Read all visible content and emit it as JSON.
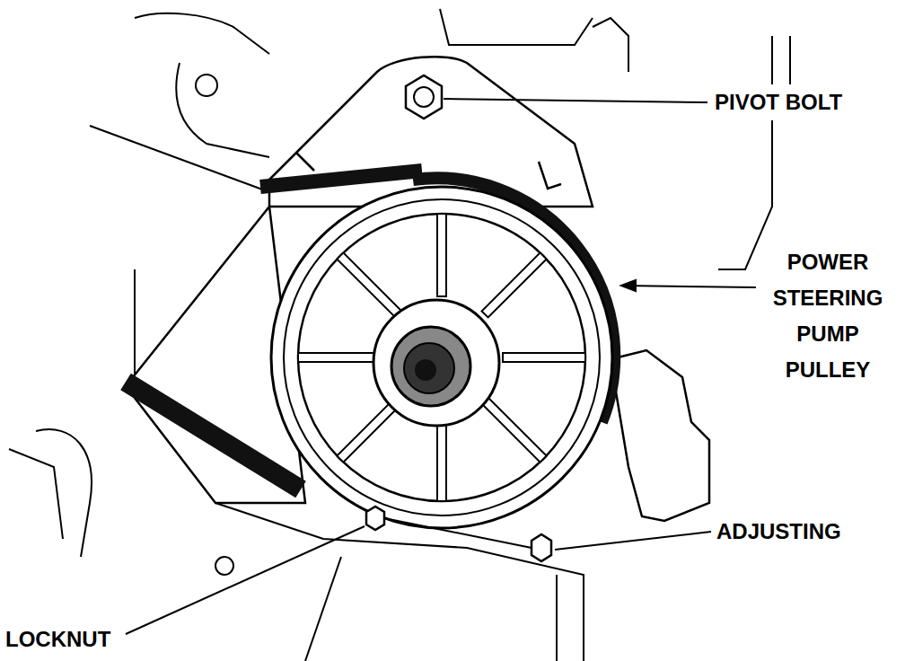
{
  "diagram": {
    "labels": [
      "PIVOT BOLT",
      "POWER STEERING PUMP PULLEY",
      "ADJUSTING",
      "LOCKNUT"
    ]
  }
}
